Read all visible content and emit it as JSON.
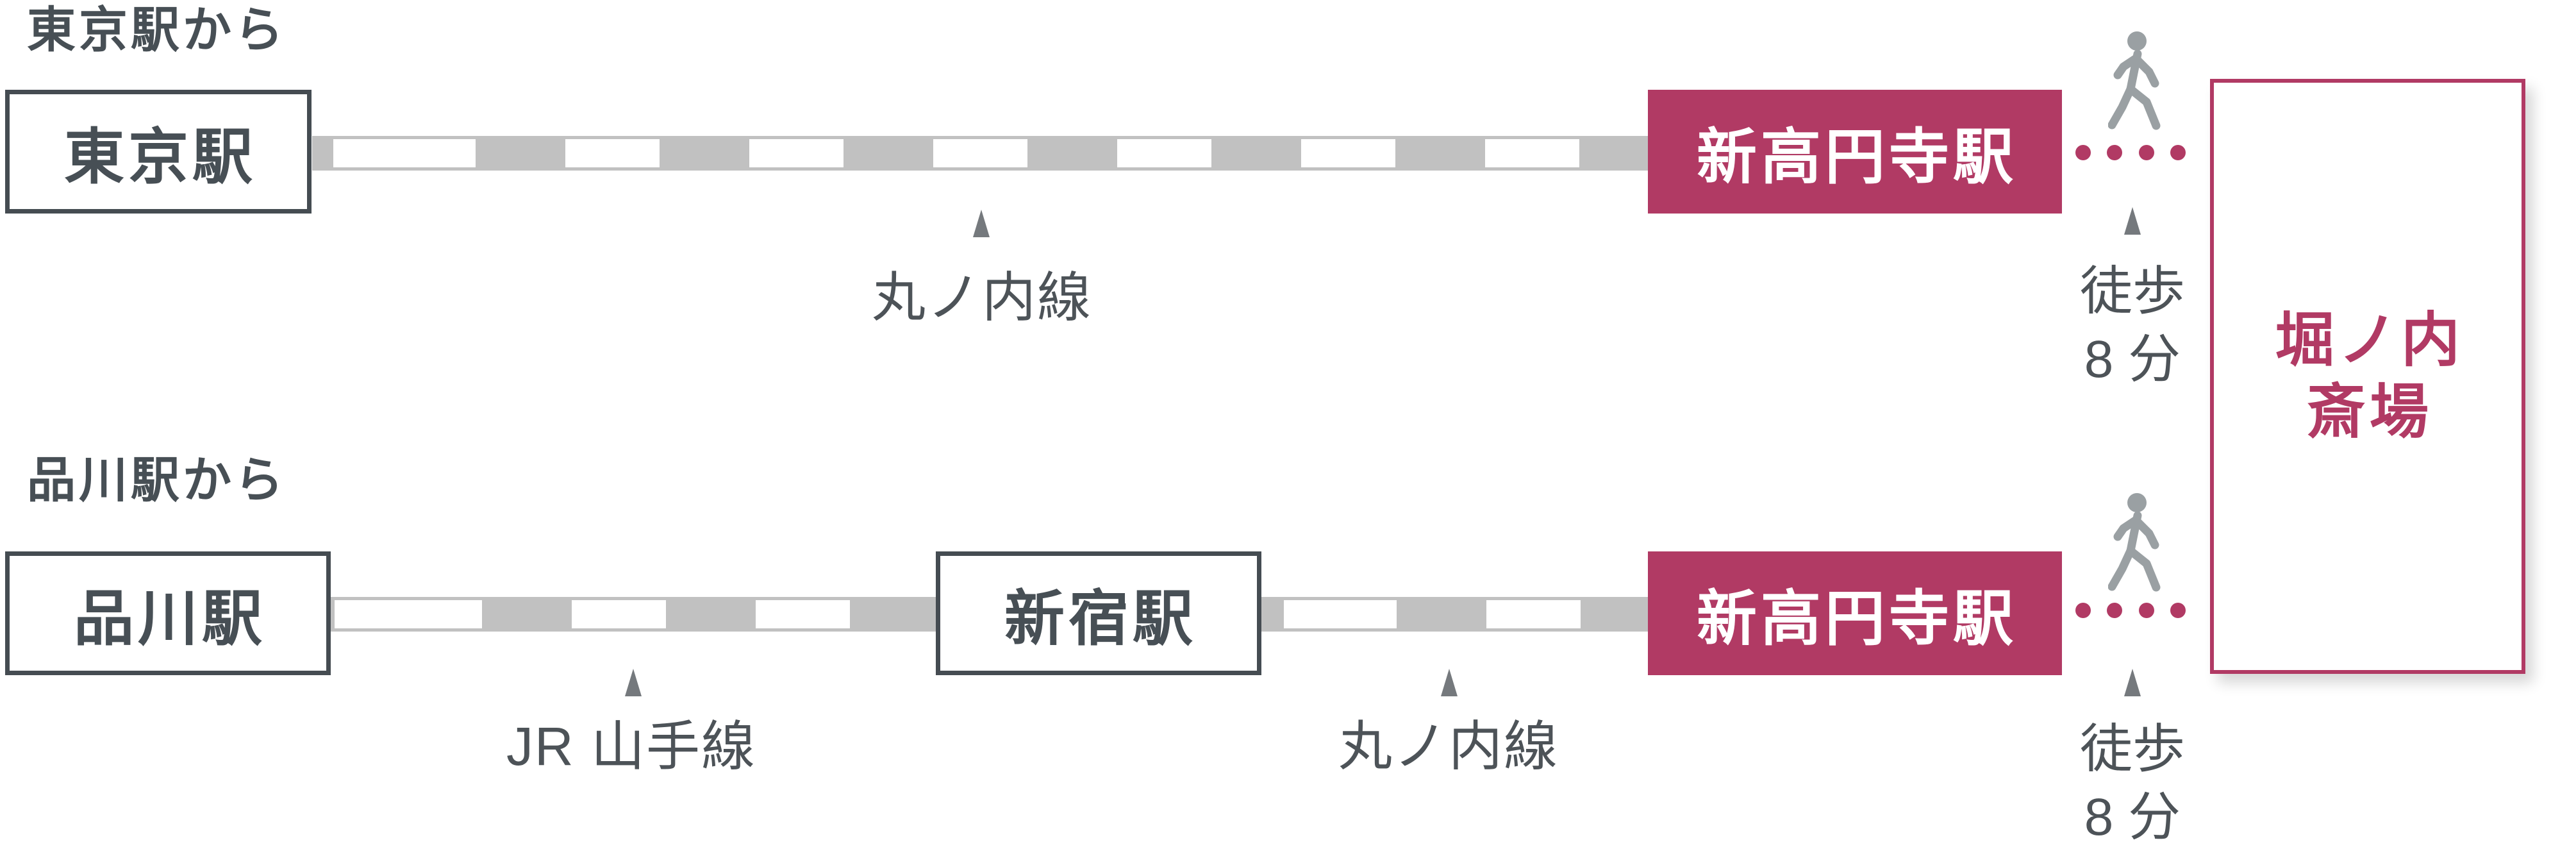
{
  "colors": {
    "accent_magenta": "#b13a64",
    "text_dark_slate": "#474f55",
    "rail_gray": "#c1c1c1",
    "pointer_gray": "#75797d",
    "walker_gray": "#9aa0a3",
    "background": "#ffffff"
  },
  "icons": {
    "walker": "walking-person-icon",
    "pointer": "up-triangle-icon",
    "walk_path": "magenta-dotted-line",
    "rail_pattern": "gray-bar-with-white-dashes"
  },
  "routes": [
    {
      "header": "東京駅から",
      "origin": "東京駅",
      "legs": [
        {
          "line": "丸ノ内線"
        }
      ],
      "terminal": "新高円寺駅",
      "walk": [
        "徒歩",
        "8 分"
      ]
    },
    {
      "header": "品川駅から",
      "origin": "品川駅",
      "legs": [
        {
          "line": "JR 山手線"
        },
        {
          "line": "丸ノ内線"
        }
      ],
      "transfer": "新宿駅",
      "terminal": "新高円寺駅",
      "walk": [
        "徒歩",
        "8 分"
      ]
    }
  ],
  "destination": {
    "line1": "堀ノ内",
    "line2": "斎場"
  }
}
